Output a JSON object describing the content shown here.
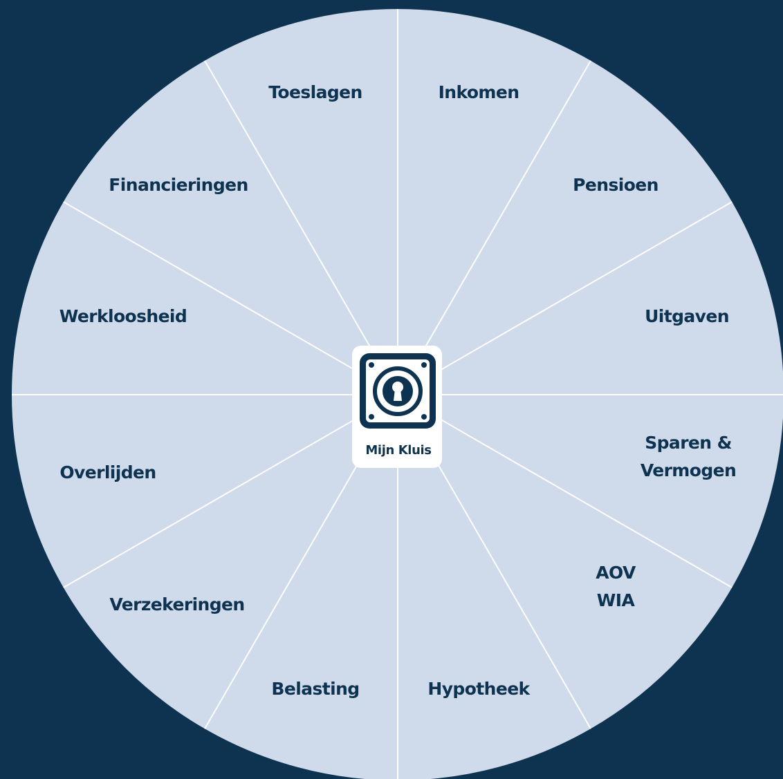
{
  "colors": {
    "background": "#0e3350",
    "segment_fill": "#cfdaea",
    "divider": "#ffffff",
    "text": "#0e3350",
    "center_fill": "#ffffff"
  },
  "center": {
    "icon": "safe-vault-icon",
    "label": "Mijn Kluis"
  },
  "segments": [
    {
      "id": "inkomen",
      "lines": [
        "Inkomen"
      ]
    },
    {
      "id": "pensioen",
      "lines": [
        "Pensioen"
      ]
    },
    {
      "id": "uitgaven",
      "lines": [
        "Uitgaven"
      ]
    },
    {
      "id": "sparen-vermogen",
      "lines": [
        "Sparen &",
        "Vermogen"
      ]
    },
    {
      "id": "aov-wia",
      "lines": [
        "AOV",
        "WIA"
      ]
    },
    {
      "id": "hypotheek",
      "lines": [
        "Hypotheek"
      ]
    },
    {
      "id": "belasting",
      "lines": [
        "Belasting"
      ]
    },
    {
      "id": "verzekeringen",
      "lines": [
        "Verzekeringen"
      ]
    },
    {
      "id": "overlijden",
      "lines": [
        "Overlijden"
      ]
    },
    {
      "id": "werkloosheid",
      "lines": [
        "Werkloosheid"
      ]
    },
    {
      "id": "financieringen",
      "lines": [
        "Financieringen"
      ]
    },
    {
      "id": "toeslagen",
      "lines": [
        "Toeslagen"
      ]
    }
  ]
}
